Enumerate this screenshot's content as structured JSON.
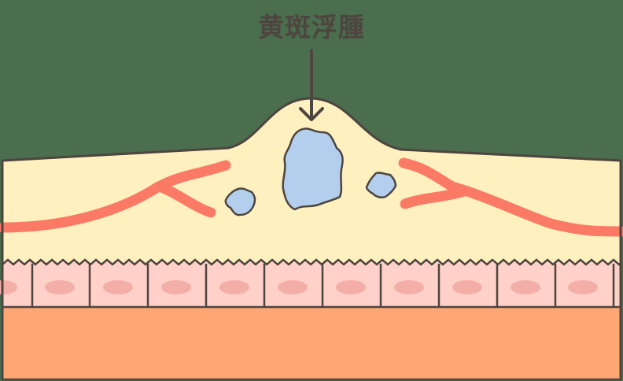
{
  "title": "黄斑浮腫",
  "colors": {
    "background": "#4a6e4e",
    "retina": "#fff0c0",
    "outline": "#4d453f",
    "vessel": "#fa7a66",
    "fluid": "#b4cfed",
    "cell": "#ffd1c9",
    "nucleus": "#f4aea8",
    "choroid": "#ffa672"
  },
  "labels": {
    "arrow": "arrow-to-edema"
  },
  "cells": {
    "dividers_x": [
      41,
      114,
      188,
      262,
      336,
      410,
      484,
      558,
      632,
      706,
      780
    ],
    "nuclei_cx": [
      16,
      77,
      151,
      225,
      299,
      373,
      447,
      521,
      595,
      669,
      743
    ]
  }
}
